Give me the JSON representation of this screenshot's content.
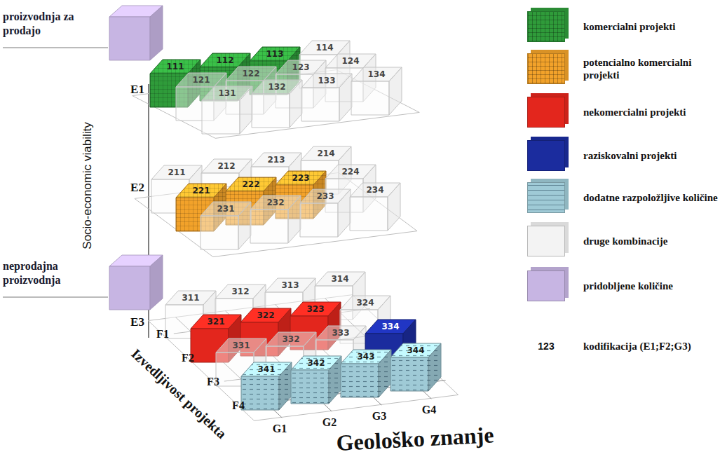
{
  "diagram": {
    "nodes": [
      {
        "text": [
          "proizvodnja za prodajo"
        ]
      },
      {
        "text": [
          "111"
        ]
      },
      {
        "text": [
          "112"
        ]
      },
      {
        "text": [
          "113"
        ]
      },
      {
        "text": [
          "114"
        ]
      },
      {
        "text": [
          "121"
        ]
      },
      {
        "text": [
          "122"
        ]
      },
      {
        "text": [
          "123"
        ]
      },
      {
        "text": [
          "124"
        ]
      },
      {
        "text": [
          "131"
        ]
      },
      {
        "text": [
          "132"
        ]
      },
      {
        "text": [
          "133"
        ]
      },
      {
        "text": [
          "134"
        ]
      },
      {
        "text": [
          "211"
        ]
      },
      {
        "text": [
          "212"
        ]
      },
      {
        "text": [
          "213"
        ]
      },
      {
        "text": [
          "214"
        ]
      },
      {
        "text": [
          "221"
        ]
      },
      {
        "text": [
          "222"
        ]
      },
      {
        "text": [
          "223"
        ]
      },
      {
        "text": [
          "224"
        ]
      },
      {
        "text": [
          "231"
        ]
      },
      {
        "text": [
          "232"
        ]
      },
      {
        "text": [
          "233"
        ]
      },
      {
        "text": [
          "234"
        ]
      },
      {
        "text": [
          "neprodajna proizvodnja"
        ]
      },
      {
        "text": [
          "311"
        ]
      },
      {
        "text": [
          "312"
        ]
      },
      {
        "text": [
          "313"
        ]
      },
      {
        "text": [
          "314"
        ]
      },
      {
        "text": [
          "321"
        ]
      },
      {
        "text": [
          "322"
        ]
      },
      {
        "text": [
          "323"
        ]
      },
      {
        "text": [
          "324"
        ]
      },
      {
        "text": [
          "331"
        ]
      },
      {
        "text": [
          "332"
        ]
      },
      {
        "text": [
          "333"
        ]
      },
      {
        "text": [
          "334"
        ]
      },
      {
        "text": [
          "341"
        ]
      },
      {
        "text": [
          "342"
        ]
      },
      {
        "text": [
          "343"
        ]
      },
      {
        "text": [
          "344"
        ]
      }
    ],
    "labels": [
      "Socio-economic viability",
      "E1",
      "E2",
      "E3",
      "F1",
      "F2",
      "F3",
      "F4",
      "Izvedljivost projekta",
      "G1",
      "G2",
      "G3",
      "G4",
      "Geološko znanje",
      "123"
    ],
    "legend": [
      {
        "text": "komercialni projekti",
        "color": "#2f9b3a"
      },
      {
        "text": "potencialno komercialni projekti",
        "color": "#f2a22a"
      },
      {
        "text": "nekomercialni projekti",
        "color": "#e3261d"
      },
      {
        "text": "raziskovalni projekti",
        "color": "#1b2c9e"
      },
      {
        "text": "dodatne razpoložljive količine",
        "color": "#9fcad6"
      },
      {
        "text": "druge kombinacije",
        "color": "#f3f3f3"
      },
      {
        "text": "pridobljene količine",
        "color": "#c7b5e3"
      },
      {
        "text": "kodifikacija (E1;F2;G3)"
      }
    ]
  }
}
